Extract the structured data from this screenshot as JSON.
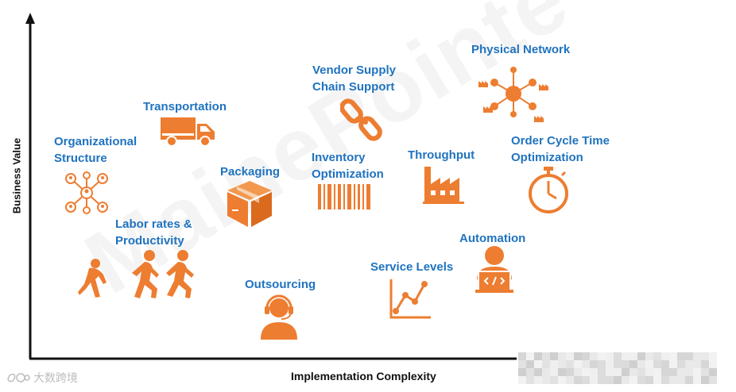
{
  "axes": {
    "y_label": "Business Value",
    "x_label": "Implementation Complexity"
  },
  "items": [
    {
      "label": "Organizational\nStructure",
      "icon": "org-network-icon"
    },
    {
      "label": "Transportation",
      "icon": "truck-icon"
    },
    {
      "label": "Packaging",
      "icon": "box-icon"
    },
    {
      "label": "Labor rates &\nProductivity",
      "icon": "runners-icon"
    },
    {
      "label": "Outsourcing",
      "icon": "headset-agent-icon"
    },
    {
      "label": "Vendor Supply\nChain Support",
      "icon": "chain-link-icon"
    },
    {
      "label": "Inventory\nOptimization",
      "icon": "barcode-icon"
    },
    {
      "label": "Throughput",
      "icon": "factory-icon"
    },
    {
      "label": "Physical Network",
      "icon": "hub-network-icon"
    },
    {
      "label": "Order Cycle Time\nOptimization",
      "icon": "stopwatch-icon"
    },
    {
      "label": "Automation",
      "icon": "coder-icon"
    },
    {
      "label": "Service Levels",
      "icon": "line-chart-icon"
    }
  ],
  "watermark": "MainePointe",
  "brand_mark": "大数跨境",
  "colors": {
    "label": "#1f73bf",
    "icon": "#ed7d31",
    "axis": "#111111"
  }
}
